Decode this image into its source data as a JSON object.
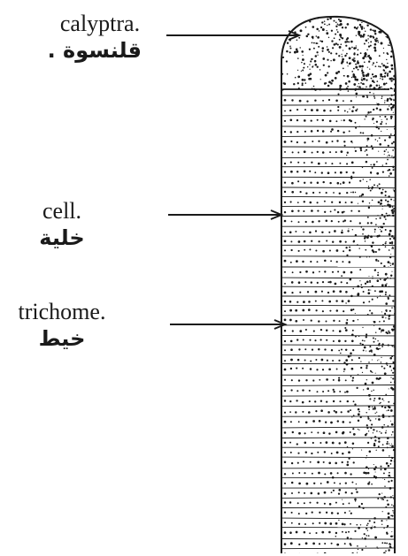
{
  "labels": [
    {
      "id": "calyptra",
      "latin": "calyptra.",
      "arabic": "قلنسوة ."
    },
    {
      "id": "cell",
      "latin": "cell.",
      "arabic": "خلية"
    },
    {
      "id": "trichome",
      "latin": "trichome.",
      "arabic": "خيط"
    }
  ],
  "colors": {
    "ink": "#1a1a1a",
    "paper": "#ffffff"
  }
}
